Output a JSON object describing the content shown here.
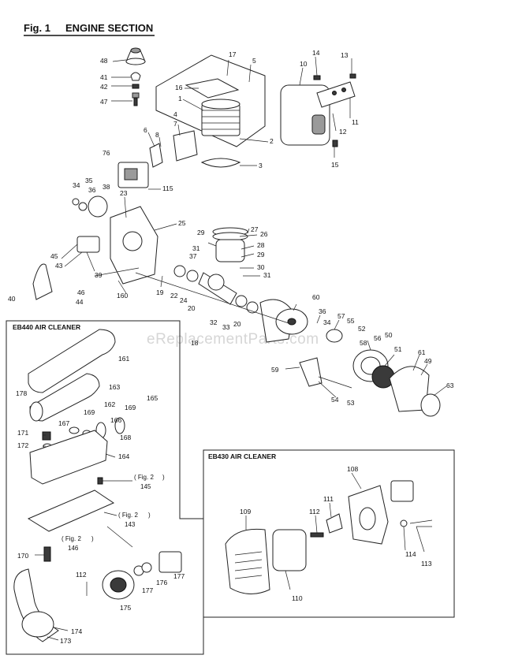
{
  "header": {
    "figure_label": "Fig. 1",
    "section_title": "ENGINE SECTION"
  },
  "watermark": "eReplacementParts.com",
  "boxes": {
    "eb440": {
      "title": "EB440 AIR CLEANER"
    },
    "eb430": {
      "title": "EB430 AIR CLEANER"
    }
  },
  "refs": {
    "fig2_145": {
      "line1": "( Fig. 2",
      "line2": "145"
    },
    "fig2_143": {
      "line1": "( Fig. 2",
      "line2": "143"
    },
    "fig2_146": {
      "line1": "( Fig. 2",
      "line2": "146"
    }
  },
  "callouts": {
    "c48": "48",
    "c41": "41",
    "c42": "42",
    "c47": "47",
    "c17": "17",
    "c5": "5",
    "c16": "16",
    "c1": "1",
    "c4": "4",
    "c7": "7",
    "c6": "6",
    "c8": "8",
    "c2": "2",
    "c3": "3",
    "c14": "14",
    "c13": "13",
    "c10": "10",
    "c12": "12",
    "c11": "11",
    "c15": "15",
    "c76": "76",
    "c34": "34",
    "c35": "35",
    "c36": "36",
    "c38": "38",
    "c115": "115",
    "c23": "23",
    "c25": "25",
    "c27": "27",
    "c26": "26",
    "c29a": "29",
    "c28": "28",
    "c31a": "31",
    "c37": "37",
    "c29b": "29",
    "c30": "30",
    "c31b": "31",
    "c45": "45",
    "c43": "43",
    "c39": "39",
    "c40": "40",
    "c46": "46",
    "c44": "44",
    "c160": "160",
    "c19": "19",
    "c22": "22",
    "c24": "24",
    "c20a": "20",
    "c32": "32",
    "c33": "33",
    "c20b": "20",
    "c18": "18",
    "c60": "60",
    "c36b": "36",
    "c34b": "34",
    "c57": "57",
    "c55": "55",
    "c52": "52",
    "c58": "58",
    "c56": "56",
    "c50": "50",
    "c51": "51",
    "c61": "61",
    "c49": "49",
    "c59": "59",
    "c54": "54",
    "c53": "53",
    "c63": "63",
    "c161": "161",
    "c178": "178",
    "c163": "163",
    "c165": "165",
    "c162": "162",
    "c169a": "169",
    "c169b": "169",
    "c167": "167",
    "c166": "166",
    "c168": "168",
    "c171": "171",
    "c172": "172",
    "c164": "164",
    "c170": "170",
    "c112a": "112",
    "c177a": "177",
    "c176": "176",
    "c177b": "177",
    "c175": "175",
    "c174": "174",
    "c173": "173",
    "c108": "108",
    "c109": "109",
    "c111": "111",
    "c112b": "112",
    "c114": "114",
    "c113": "113",
    "c110": "110"
  }
}
